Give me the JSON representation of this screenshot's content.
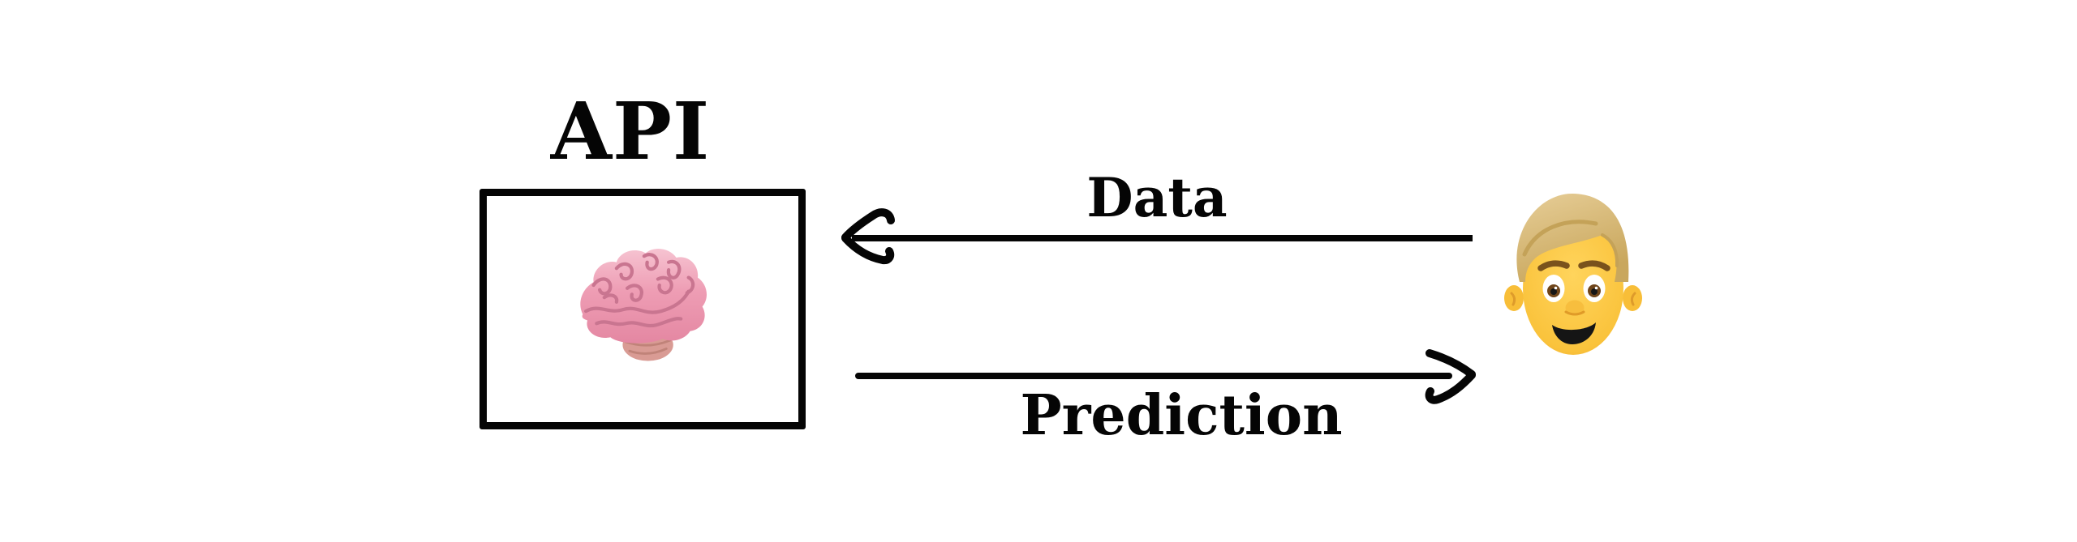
{
  "diagram": {
    "api_box": {
      "label": "API",
      "icon": "brain-emoji",
      "icon_char": "🧠"
    },
    "user": {
      "icon": "man-emoji",
      "icon_char": "👱"
    },
    "arrows": [
      {
        "label": "Data",
        "direction": "right-to-left",
        "from": "user",
        "to": "api_box"
      },
      {
        "label": "Prediction",
        "direction": "left-to-right",
        "from": "api_box",
        "to": "user"
      }
    ],
    "colors": {
      "background": "#ffffff",
      "ink": "#050505",
      "brain_pink": "#EE9DB4",
      "brain_fold": "#C97590",
      "brain_stem": "#D99B94",
      "face_yellow": "#F8BE38",
      "hair_blond": "#D9BE82"
    }
  }
}
